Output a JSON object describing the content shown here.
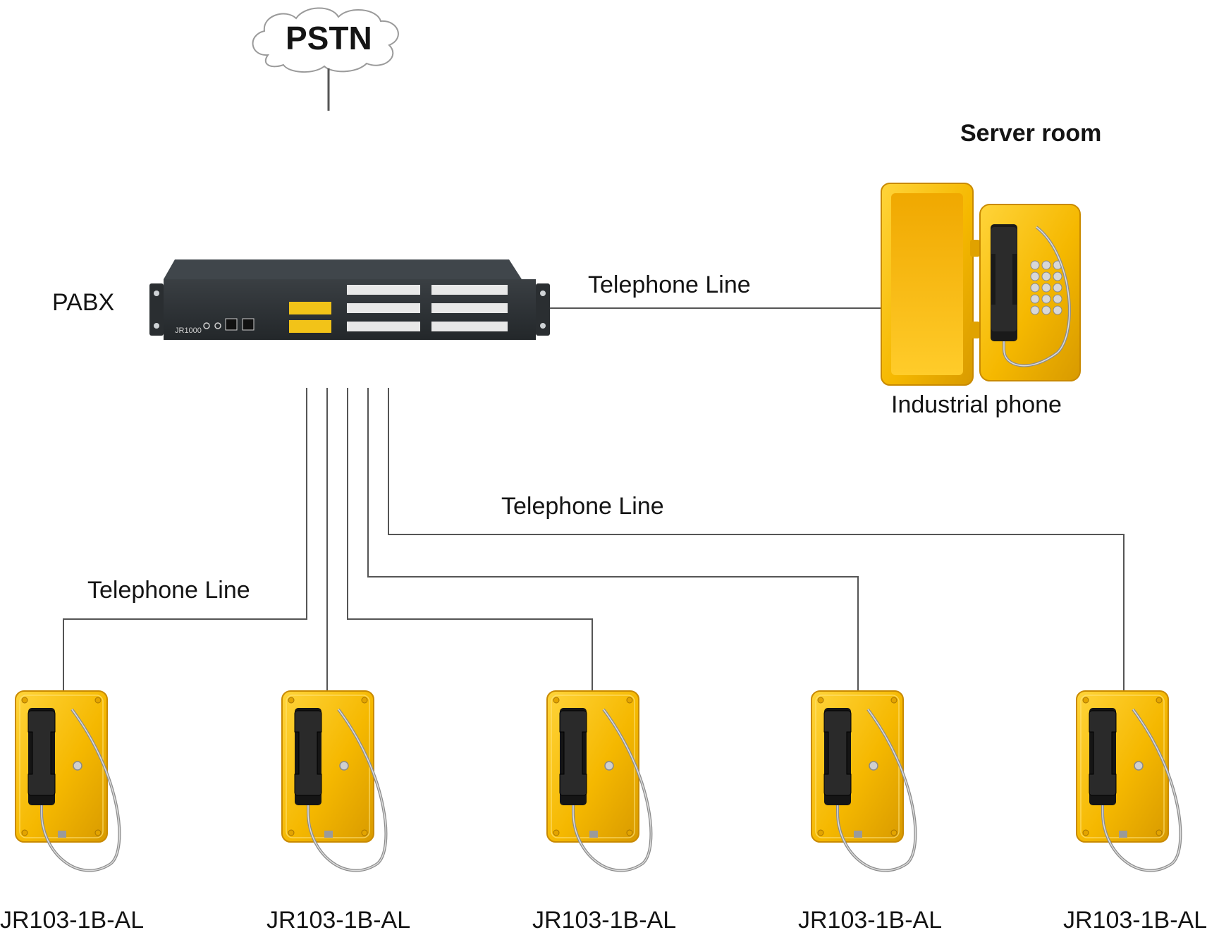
{
  "cloud": {
    "label": "PSTN"
  },
  "pabx": {
    "label": "PABX",
    "model": "JR1000",
    "body_color": "#2c3033",
    "port_color": "#f2c318"
  },
  "server_room": {
    "title": "Server room",
    "phone_label": "Industrial phone"
  },
  "lines": {
    "server": "Telephone Line",
    "middle": "Telephone Line",
    "left": "Telephone Line"
  },
  "phones": [
    {
      "label": "JR103-1B-AL"
    },
    {
      "label": "JR103-1B-AL"
    },
    {
      "label": "JR103-1B-AL"
    },
    {
      "label": "JR103-1B-AL"
    },
    {
      "label": "JR103-1B-AL"
    }
  ],
  "colors": {
    "phone_yellow": "#f5b800",
    "phone_edge": "#c98a00",
    "handset": "#1e1e1e",
    "wire": "#555555"
  }
}
